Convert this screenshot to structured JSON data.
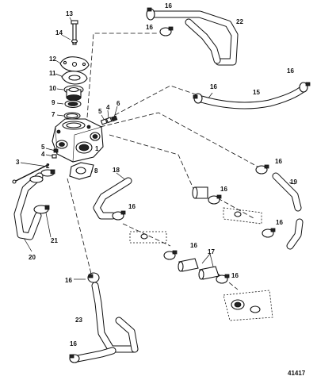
{
  "diagram": {
    "figure_number": "41417",
    "callouts": [
      "13",
      "14",
      "12",
      "11",
      "10",
      "9",
      "7",
      "5",
      "4",
      "6",
      "1",
      "8",
      "3",
      "4",
      "5",
      "2",
      "21",
      "20",
      "16",
      "22",
      "16",
      "16",
      "15",
      "16",
      "18",
      "16",
      "19",
      "16",
      "16",
      "16",
      "16",
      "17",
      "16",
      "16",
      "23",
      "16"
    ]
  }
}
